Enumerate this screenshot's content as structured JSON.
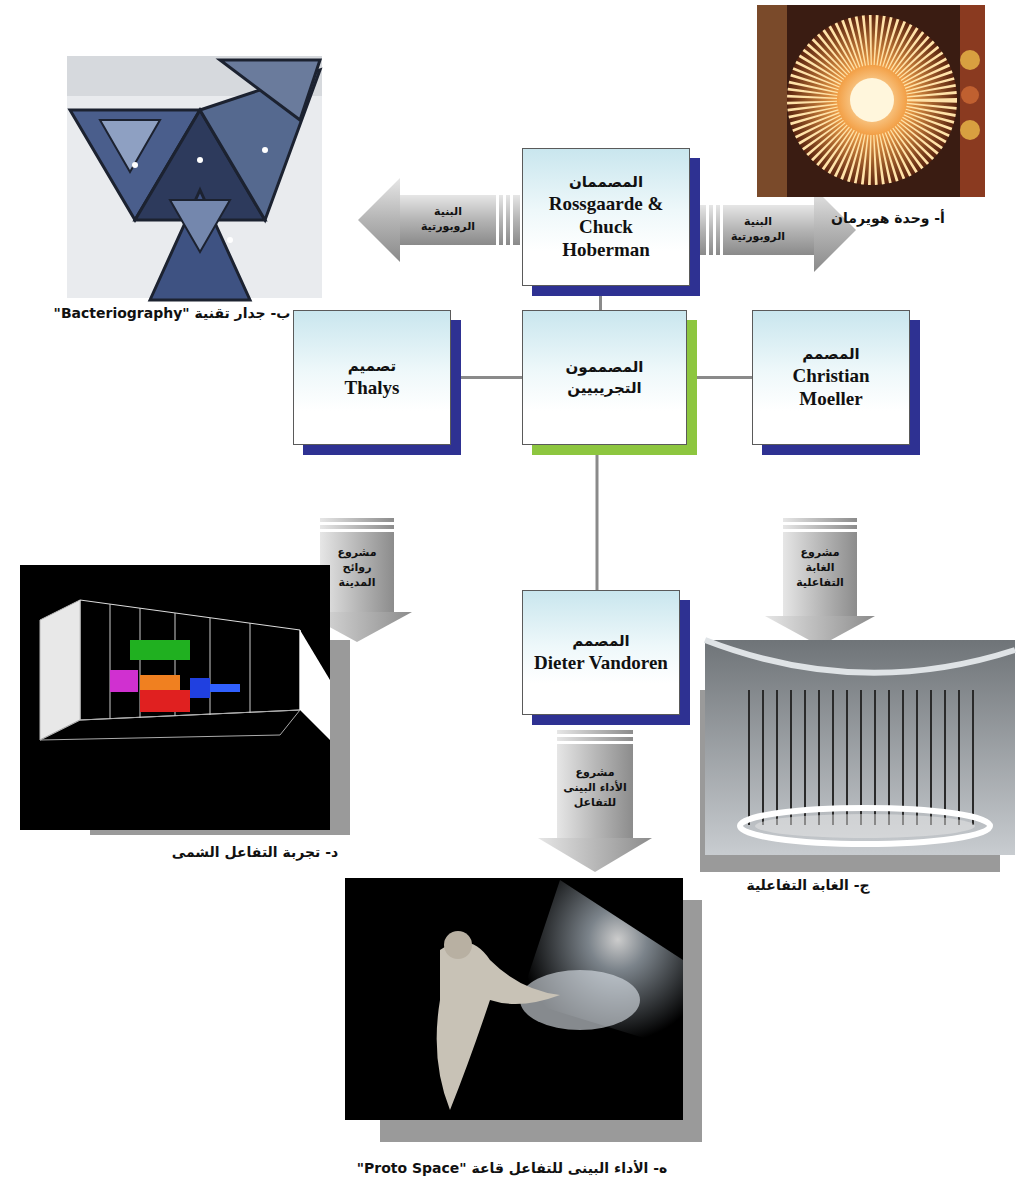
{
  "diagram": {
    "nodes": [
      {
        "text": [
          "المصممون التجريبيين"
        ]
      },
      {
        "text": [
          "المصممان",
          "Rossgaarde & Chuck Hoberman"
        ]
      },
      {
        "text": [
          "تصميم",
          "Thalys"
        ]
      },
      {
        "text": [
          "المصمم",
          "Christian Moeller"
        ]
      },
      {
        "text": [
          "المصمم",
          "Dieter Vandoren"
        ]
      }
    ],
    "edges": [
      {
        "from": 0,
        "to": 1,
        "arrow": "none"
      },
      {
        "from": 0,
        "to": 2,
        "arrow": "none"
      },
      {
        "from": 0,
        "to": 3,
        "arrow": "none"
      },
      {
        "from": 0,
        "to": 4,
        "arrow": "none"
      }
    ],
    "labels": [
      "البنية الروبورتية",
      "البنية الروبورتية",
      "أ- وحدة هويرمان",
      "ب- جدار تقنية \"Bacteriography\"",
      "مشروع روائح المدينة",
      "مشروع الغابة التفاعلية",
      "مشروع الأداء البينى للتفاعل",
      "د- تجربة التفاعل الشمى",
      "ج- الغابة التفاعلية",
      "ه- الأداء البينى للتفاعل قاعة \"Proto Space\""
    ]
  }
}
